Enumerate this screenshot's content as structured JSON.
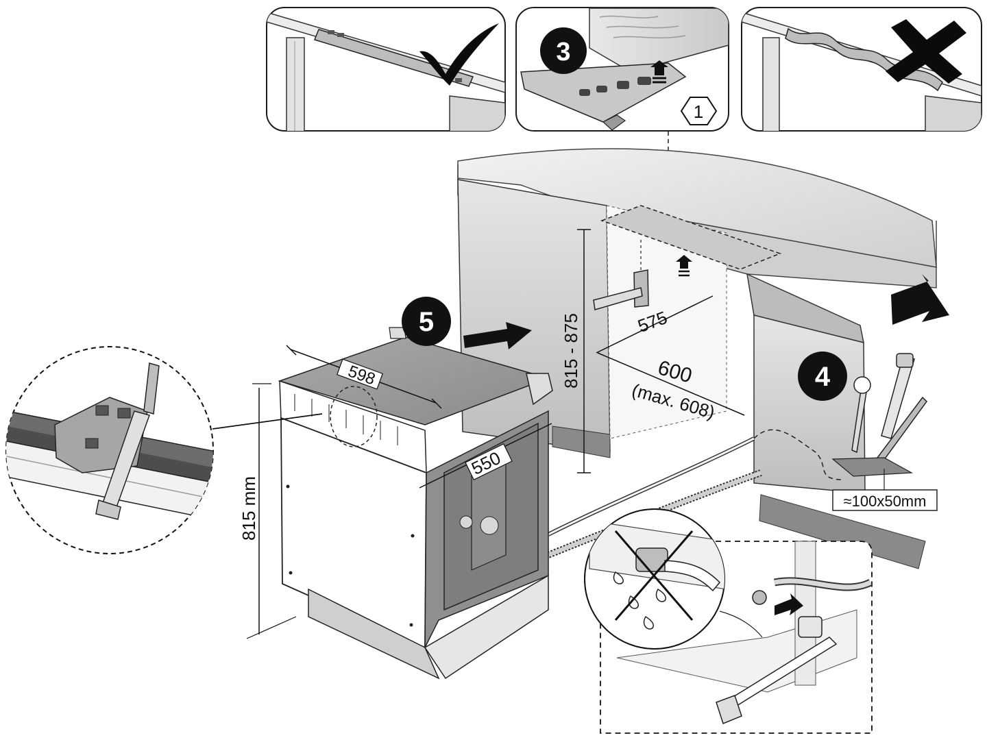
{
  "steps": {
    "step3": "3",
    "step4": "4",
    "step5": "5",
    "hex1": "1"
  },
  "dimensions": {
    "height_range": "815 - 875",
    "depth_cabinet": "575",
    "width_opening": "600",
    "width_max": "(max. 608)",
    "appliance_width": "598",
    "appliance_depth": "550",
    "appliance_height": "815 mm",
    "hole_size": "≈100x50mm"
  },
  "colors": {
    "outline": "#1a1a1a",
    "panel_gray": "#cfcfcf",
    "countertop_gray": "#dcdcdc",
    "dark_gray": "#7a7a7a",
    "step_circle": "#111111"
  }
}
